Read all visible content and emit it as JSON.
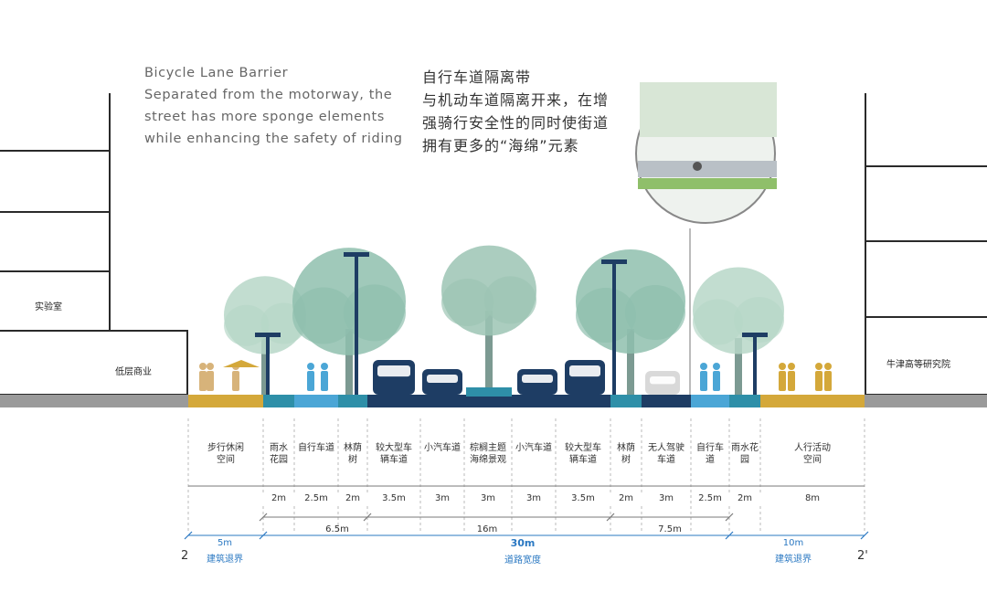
{
  "note_en": [
    "Bicycle Lane Barrier",
    "Separated from the motorway, the",
    "street has more sponge elements",
    "while enhancing the safety of riding"
  ],
  "note_cn": [
    "自行车道隔离带",
    "与机动车道隔离开来，在增",
    "强骑行安全性的同时使街道",
    "拥有更多的“海绵”元素"
  ],
  "buildings": {
    "lab": "实验室",
    "low_commercial": "低层商业",
    "research_institute": "牛津高等研究院"
  },
  "zones": [
    {
      "label": "步行休闲空间",
      "width": ""
    },
    {
      "label": "雨水花园",
      "width": "2m"
    },
    {
      "label": "自行车道",
      "width": "2.5m"
    },
    {
      "label": "林荫树",
      "width": "2m"
    },
    {
      "label": "较大型车辆车道",
      "width": "3.5m"
    },
    {
      "label": "小汽车道",
      "width": "3m"
    },
    {
      "label": "棕榈主题海绵景观",
      "width": "3m"
    },
    {
      "label": "小汽车道",
      "width": "3m"
    },
    {
      "label": "较大型车辆车道",
      "width": "3.5m"
    },
    {
      "label": "林荫树",
      "width": "2m"
    },
    {
      "label": "无人驾驶车道",
      "width": "3m"
    },
    {
      "label": "自行车道",
      "width": "2.5m"
    },
    {
      "label": "雨水花园",
      "width": "2m"
    },
    {
      "label": "人行活动空间",
      "width": "8m"
    }
  ],
  "group_widths": {
    "left": "6.5m",
    "middle": "16m",
    "right": "7.5m"
  },
  "setbacks": {
    "left_width": "5m",
    "left_label": "建筑退界",
    "road_width": "30m",
    "road_label": "道路宽度",
    "right_width": "10m",
    "right_label": "建筑退界"
  },
  "section_marks": {
    "left": "2",
    "right": "2'"
  },
  "colors": {
    "accent_blue": "#2a78c2",
    "road_navy": "#1e3d64",
    "tree_green": "#8fbfae",
    "sidewalk_gold": "#d4a83a",
    "ground_gray": "#9a9a9a"
  }
}
